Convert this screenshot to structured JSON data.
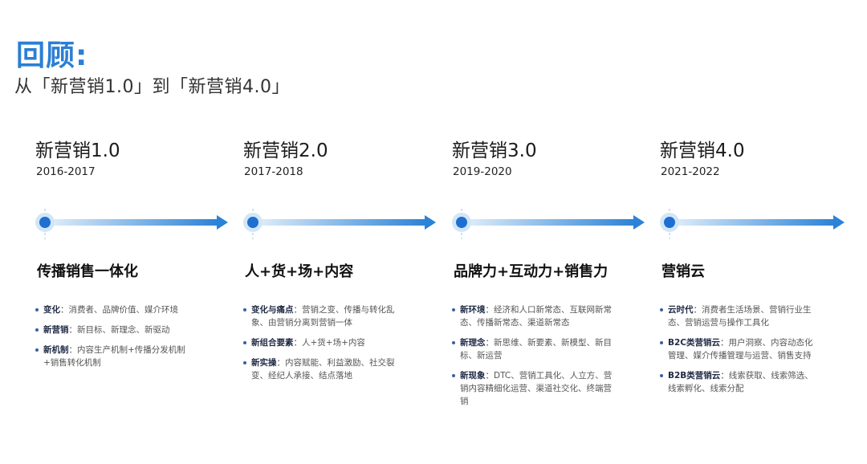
{
  "header": {
    "title": "回顾:",
    "subtitle": "从「新营销1.0」到「新营销4.0」"
  },
  "colors": {
    "accent": "#2b7fd4",
    "dot": "#1f6fd1",
    "halo": "#d3e6f8"
  },
  "stages": [
    {
      "name": "新营销1.0",
      "years": "2016-2017",
      "theme": "传播销售一体化",
      "items": [
        {
          "label": "变化",
          "text": "：消费者、品牌价值、媒介环境"
        },
        {
          "label": "新营销",
          "text": "：新目标、新理念、新驱动"
        },
        {
          "label": "新机制",
          "text": "：内容生产机制+传播分发机制+销售转化机制"
        }
      ]
    },
    {
      "name": "新营销2.0",
      "years": "2017-2018",
      "theme": "人+货+场+内容",
      "items": [
        {
          "label": "变化与痛点",
          "text": "：营销之变、传播与转化乱象、由营销分离到营销一体"
        },
        {
          "label": "新组合要素",
          "text": "：人+货+场+内容"
        },
        {
          "label": "新实操",
          "text": "：内容赋能、利益激励、社交裂变、经纪人承接、结点落地"
        }
      ]
    },
    {
      "name": "新营销3.0",
      "years": "2019-2020",
      "theme": "品牌力+互动力+销售力",
      "items": [
        {
          "label": "新环境",
          "text": "：经济和人口新常态、互联网新常态、传播新常态、渠道新常态"
        },
        {
          "label": "新理念",
          "text": "：新思维、新要素、新模型、新目标、新运营"
        },
        {
          "label": "新现象",
          "text": "：DTC、营销工具化、人立方、营销内容精细化运营、渠道社交化、终端营销"
        }
      ]
    },
    {
      "name": "新营销4.0",
      "years": "2021-2022",
      "theme": "营销云",
      "items": [
        {
          "label": "云时代",
          "text": "：消费者生活场景、营销行业生态、营销运营与操作工具化"
        },
        {
          "label": "B2C类营销云",
          "text": "：用户洞察、内容动态化管理、媒介传播管理与运营、销售支持"
        },
        {
          "label": "B2B类营销云",
          "text": "：线索获取、线索筛选、线索孵化、线索分配"
        }
      ]
    }
  ]
}
